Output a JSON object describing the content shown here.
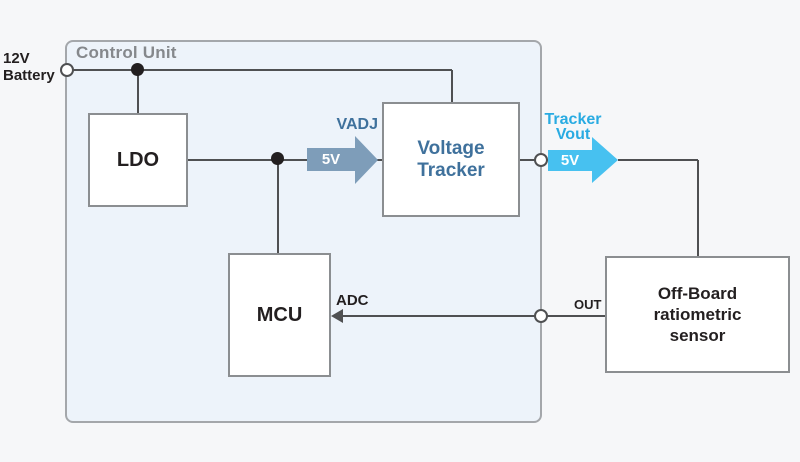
{
  "colors": {
    "page_bg": "#f6f7f9",
    "unit_bg": "#edf3fa",
    "unit_border": "#a4a7ab",
    "box_bg": "#ffffff",
    "box_border": "#8b8e91",
    "line": "#4f5052",
    "dark_text": "#231f20",
    "gray_text": "#85888c",
    "steel_blue": "#3f719c",
    "steel_arrow": "#7e9db9",
    "bright_blue_text": "#29abe2",
    "bright_arrow": "#47c1f0",
    "arrow_value_text": "#ffffff"
  },
  "labels": {
    "control_unit": "Control Unit",
    "battery": {
      "line1": "12V",
      "line2": "Battery"
    },
    "adc": "ADC",
    "out": "OUT"
  },
  "blocks": {
    "ldo": {
      "label": "LDO"
    },
    "voltage_tracker": {
      "line1": "Voltage",
      "line2": "Tracker"
    },
    "mcu": {
      "label": "MCU"
    },
    "sensor": {
      "line1": "Off-Board",
      "line2": "ratiometric",
      "line3": "sensor"
    }
  },
  "signals": {
    "vadj": {
      "label": "VADJ",
      "value": "5V"
    },
    "tracker_vout": {
      "label_line1": "Tracker",
      "label_line2": "Vout",
      "value": "5V"
    }
  }
}
